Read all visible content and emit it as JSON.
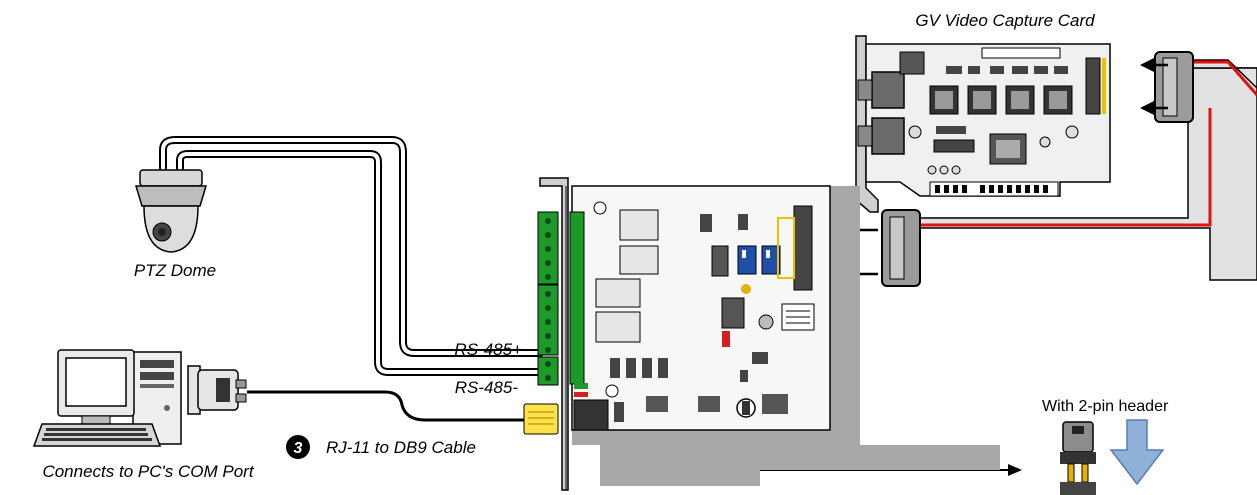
{
  "labels": {
    "capture_card": "GV Video Capture Card",
    "ptz_dome": "PTZ Dome",
    "pc_com_port": "Connects to PC's COM Port",
    "rs485_plus": "RS-485+",
    "rs485_minus": "RS-485-",
    "step_number": "3",
    "cable": "RJ-11 to DB9 Cable",
    "header_note": "With 2-pin header"
  },
  "colors": {
    "ribbon_stripe": "#e01010",
    "terminal_green": "#1e9a2a",
    "dip_switch": "#1f4fa8",
    "arrow_blue": "#8fb0d8",
    "rj11_yellow": "#ffe24a",
    "jumper_yellow": "#e8b000"
  },
  "icons": [
    "ptz-dome-camera-icon",
    "desktop-pc-icon",
    "video-capture-card-icon",
    "io-board-icon",
    "db9-connector-icon",
    "rj11-connector-icon",
    "jumper-icon",
    "down-arrow-icon"
  ]
}
